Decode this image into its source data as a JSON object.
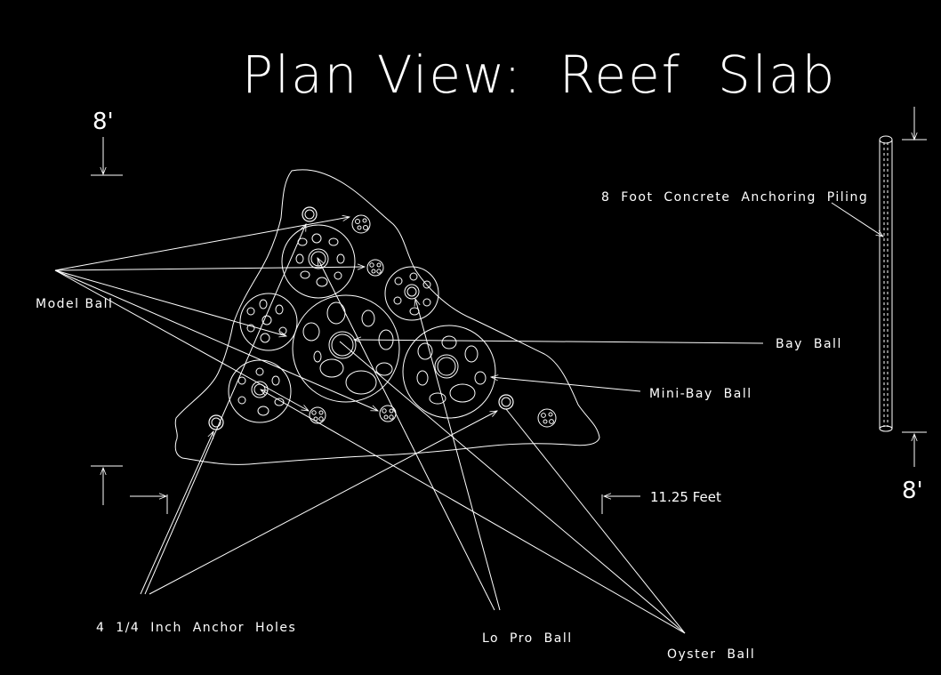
{
  "title": "Plan View:  Reef  Slab",
  "labels": {
    "model_ball": "Model Ball",
    "piling": "8  Foot  Concrete  Anchoring  Piling",
    "bay_ball": "Bay  Ball",
    "mini_bay_ball": "Mini-Bay  Ball",
    "width_dimension": "11.25 Feet",
    "anchor_holes": "4  1/4  Inch  Anchor  Holes",
    "lo_pro_ball": "Lo  Pro  Ball",
    "oyster_ball": "Oyster  Ball",
    "height_dimension_top": "8'",
    "piling_dimension": "8'"
  },
  "colors": {
    "background": "#000000",
    "line": "#ffffff"
  }
}
